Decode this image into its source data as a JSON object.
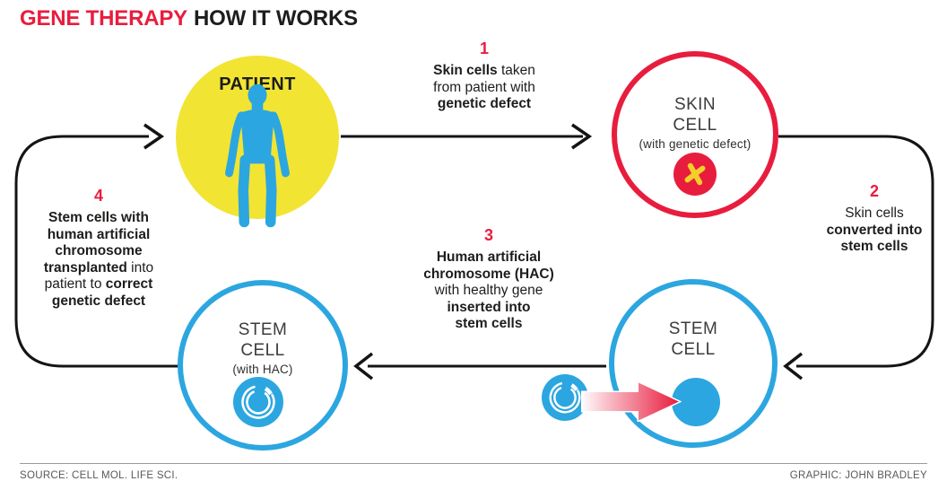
{
  "title": {
    "highlight": "GENE THERAPY",
    "rest": "HOW IT WORKS"
  },
  "colors": {
    "red": "#e81d3e",
    "yellow": "#f2e433",
    "blue": "#2ca6e0",
    "chromo": "#f3cf2b",
    "ink": "#1d1d1b",
    "muted": "#58585a",
    "line": "#141414"
  },
  "nodes": {
    "patient": {
      "label": "PATIENT"
    },
    "skin_cell": {
      "title_line1": "SKIN",
      "title_line2": "CELL",
      "subtitle": "(with genetic defect)",
      "icon": "chromosome-icon"
    },
    "stem_cell": {
      "title_line1": "STEM",
      "title_line2": "CELL",
      "icon": "hac-insertion-arrow"
    },
    "stem_cell_hac": {
      "title_line1": "STEM",
      "title_line2": "CELL",
      "subtitle": "(with HAC)",
      "icon": "hac-ring-icon"
    }
  },
  "steps": [
    {
      "number": "1",
      "lines": [
        [
          {
            "t": "Skin cells",
            "b": true
          },
          {
            "t": " taken",
            "b": false
          }
        ],
        [
          {
            "t": "from patient with",
            "b": false
          }
        ],
        [
          {
            "t": "genetic defect",
            "b": true
          }
        ]
      ]
    },
    {
      "number": "2",
      "lines": [
        [
          {
            "t": "Skin cells",
            "b": false
          }
        ],
        [
          {
            "t": "converted into",
            "b": true
          }
        ],
        [
          {
            "t": "stem cells",
            "b": true
          }
        ]
      ]
    },
    {
      "number": "3",
      "lines": [
        [
          {
            "t": "Human artificial",
            "b": true
          }
        ],
        [
          {
            "t": "chromosome (HAC)",
            "b": true
          }
        ],
        [
          {
            "t": "with healthy gene",
            "b": false
          }
        ],
        [
          {
            "t": "inserted into",
            "b": true
          }
        ],
        [
          {
            "t": "stem cells",
            "b": true
          }
        ]
      ]
    },
    {
      "number": "4",
      "lines": [
        [
          {
            "t": "Stem cells with",
            "b": true
          }
        ],
        [
          {
            "t": "human artificial",
            "b": true
          }
        ],
        [
          {
            "t": "chromosome",
            "b": true
          }
        ],
        [
          {
            "t": "transplanted",
            "b": true
          },
          {
            "t": " into",
            "b": false
          }
        ],
        [
          {
            "t": "patient to ",
            "b": false
          },
          {
            "t": "correct",
            "b": true
          }
        ],
        [
          {
            "t": "genetic defect",
            "b": true
          }
        ]
      ]
    }
  ],
  "footer": {
    "source": "SOURCE: CELL MOL. LIFE SCI.",
    "credit": "GRAPHIC: JOHN BRADLEY"
  }
}
